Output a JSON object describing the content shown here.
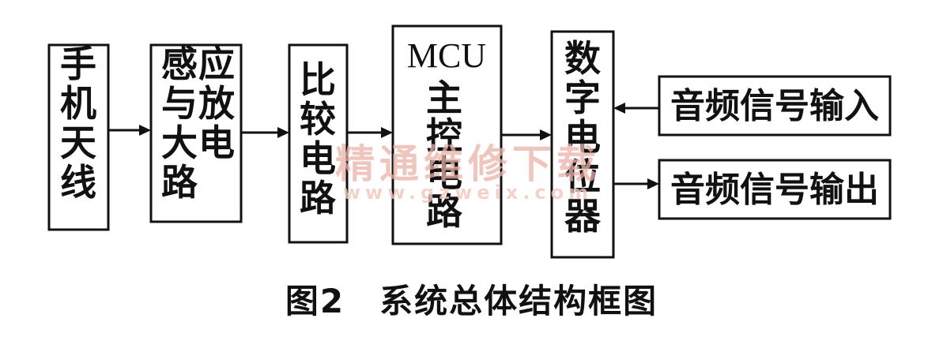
{
  "blocks": {
    "antenna": "手机天线",
    "amplifier": "感应与放大电路",
    "comparator": "比较电路",
    "mcu_label": "MCU",
    "mcu_sub": "主控电路",
    "potentiometer": "数字电位器",
    "audio_in": "音频信号输入",
    "audio_out": "音频信号输出"
  },
  "caption": {
    "number": "图2",
    "title": "系统总体结构框图"
  },
  "watermark": {
    "cn": "精通维修下载",
    "url": "www.gzweix.com"
  }
}
